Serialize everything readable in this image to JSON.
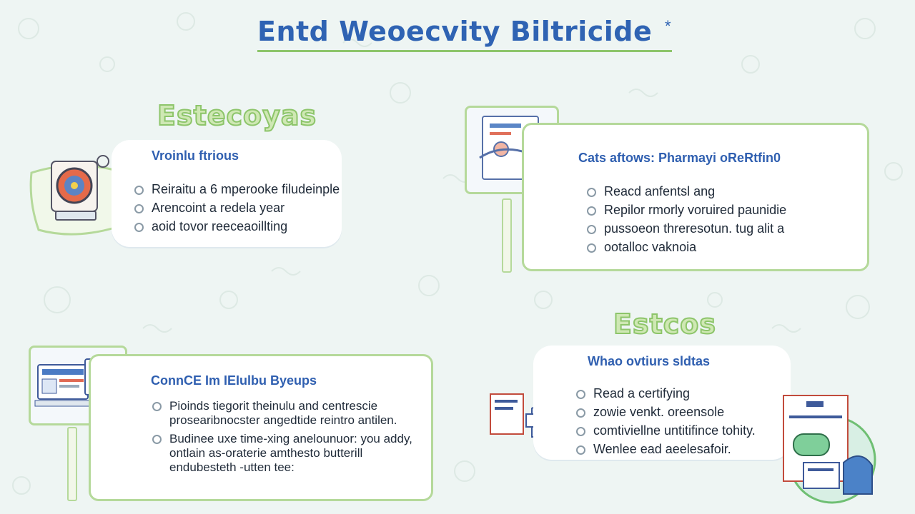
{
  "title": "Entd Weoecvity Biltricide",
  "title_mark": "*",
  "sections": [
    {
      "tag": "Estecoyas",
      "card_title": "Vroinlu ftrious",
      "bullets": [
        "Reiraitu a 6 mperooke filudeinple",
        "Arencoint a redela year",
        "aoid tovor reeceaoillting"
      ]
    },
    {
      "card_title": "Cats aftows: Pharmayi oReRtfin0",
      "bullets": [
        "Reacd anfentsl ang",
        "Repilor rmorly voruired paunidie",
        "pussoeon threresotun. tug alit a",
        "ootalloc vaknoia"
      ]
    },
    {
      "card_title": "ConnCE Im IEIulbu Byeups",
      "bullets": [
        "Pioinds tiegorit theinulu and centrescie prosearibnocster angedtide reintro antilen.",
        "Budinee uxe time-xing anelounuor: you addy, ontlain as-oraterie amthesto butterill endubesteth -utten tee:"
      ]
    },
    {
      "tag": "Estcos",
      "card_title": "Whao ovtiurs sldtas",
      "bullets": [
        "Read a certifying",
        "zowie venkt. oreensole",
        "comtiviellne untitifince tohity.",
        "Wenlee ead aeelesafoir."
      ]
    }
  ],
  "colors": {
    "accent_blue": "#2f63b3",
    "accent_green": "#8dc56a",
    "background": "#eef5f3"
  },
  "icons": [
    "clock-device-icon",
    "document-cloud-icon",
    "gear-icon",
    "dashboard-screens-icon",
    "person-reading-icon",
    "printer-device-icon"
  ]
}
